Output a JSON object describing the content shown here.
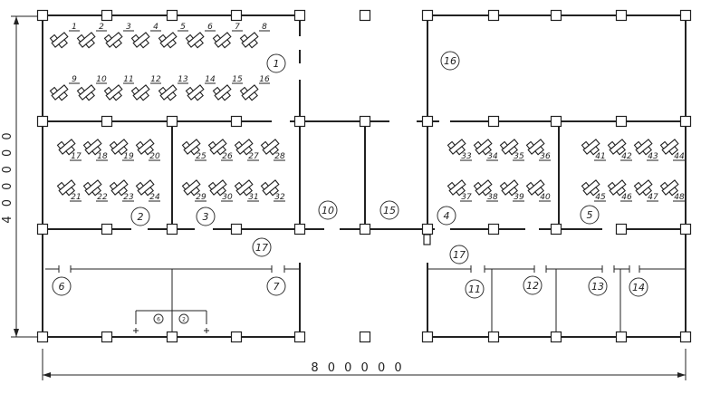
{
  "plan": {
    "dimensions": {
      "width_label": "8 0 0 0 0 0",
      "height_label": "4 0 0 0 0 0"
    },
    "rooms": [
      {
        "label": "1"
      },
      {
        "label": "2"
      },
      {
        "label": "3"
      },
      {
        "label": "4"
      },
      {
        "label": "5"
      },
      {
        "label": "6"
      },
      {
        "label": "7"
      },
      {
        "label": "10"
      },
      {
        "label": "11"
      },
      {
        "label": "12"
      },
      {
        "label": "13"
      },
      {
        "label": "14"
      },
      {
        "label": "15"
      },
      {
        "label": "16"
      },
      {
        "label": "17"
      },
      {
        "label": "17"
      }
    ],
    "workstations": [
      "1",
      "2",
      "3",
      "4",
      "5",
      "6",
      "7",
      "8",
      "9",
      "10",
      "11",
      "12",
      "13",
      "14",
      "15",
      "16",
      "17",
      "18",
      "19",
      "20",
      "21",
      "22",
      "23",
      "24",
      "25",
      "26",
      "27",
      "28",
      "29",
      "30",
      "31",
      "32",
      "33",
      "34",
      "35",
      "36",
      "37",
      "38",
      "39",
      "40",
      "41",
      "42",
      "43",
      "44",
      "45",
      "46",
      "47",
      "48"
    ],
    "small_labels": [
      "6",
      "2"
    ]
  }
}
